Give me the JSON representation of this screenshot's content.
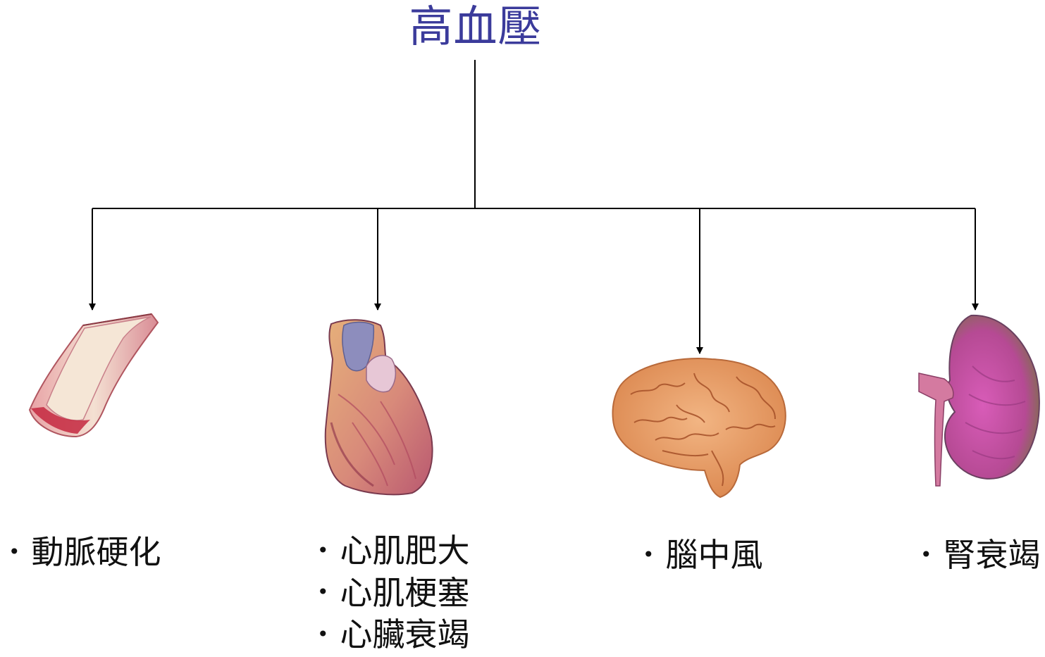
{
  "title": "高血壓",
  "branches": [
    {
      "name": "artery",
      "items": [
        "動脈硬化"
      ]
    },
    {
      "name": "heart",
      "items": [
        "心肌肥大",
        "心肌梗塞",
        "心臟衰竭"
      ]
    },
    {
      "name": "brain",
      "items": [
        "腦中風"
      ]
    },
    {
      "name": "kidney",
      "items": [
        "腎衰竭"
      ]
    }
  ],
  "bullet": "•",
  "colors": {
    "title": "#3b3b9b",
    "connector": "#000000",
    "artery_outer": "#d9929a",
    "artery_inner": "#f3dfcf",
    "artery_lumen": "#c4283f",
    "heart_main": "#c7667a",
    "heart_fat": "#e8b46a",
    "heart_vessel": "#8888b8",
    "brain": "#e9a06c",
    "brain_fold": "#a55028",
    "kidney": "#c04fa0",
    "kidney_shade": "#6f7a3a",
    "kidney_vessel": "#d47aa0"
  }
}
